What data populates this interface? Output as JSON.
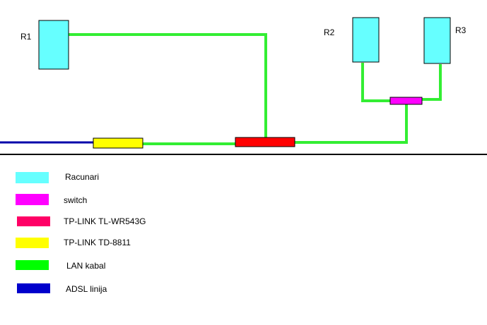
{
  "nodes": {
    "r1": {
      "label": "R1",
      "color": "#66ffff"
    },
    "r2": {
      "label": "R2",
      "color": "#66ffff"
    },
    "r3": {
      "label": "R3",
      "color": "#66ffff"
    },
    "switch": {
      "color": "#ff00ff"
    },
    "router": {
      "color": "#ff0000"
    },
    "modem": {
      "color": "#ffff00"
    }
  },
  "legend": [
    {
      "label": "Racunari",
      "color": "#66ffff"
    },
    {
      "label": "switch",
      "color": "#ff00ff"
    },
    {
      "label": "TP-LINK TL-WR543G",
      "color": "#ff0066"
    },
    {
      "label": "TP-LINK TD-8811",
      "color": "#ffff00"
    },
    {
      "label": "LAN kabal",
      "color": "#00ff00"
    },
    {
      "label": "ADSL linija",
      "color": "#0000cc"
    }
  ],
  "colors": {
    "lan": "#33ee33",
    "adsl": "#0000aa",
    "divider": "#000000"
  }
}
